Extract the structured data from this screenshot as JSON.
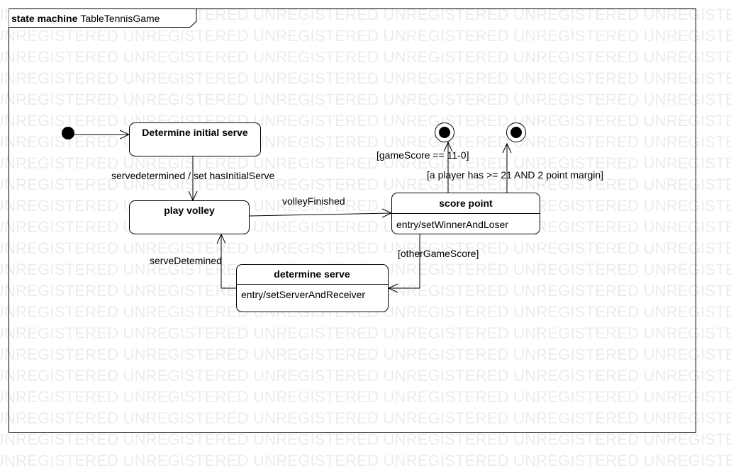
{
  "watermark_text": "UNREGISTERED",
  "frame": {
    "keyword": "state machine",
    "name": "TableTennisGame"
  },
  "states": {
    "determine_initial_serve": {
      "name": "Determine initial serve"
    },
    "play_volley": {
      "name": "play volley"
    },
    "score_point": {
      "name": "score point",
      "entry": "entry/setWinnerAndLoser"
    },
    "determine_serve": {
      "name": "determine serve",
      "entry": "entry/setServerAndReceiver"
    }
  },
  "transitions": {
    "initial_to_determine": "",
    "served_determined": "servedetermined / set hasInitialServe",
    "volley_finished": "volleyFinished",
    "game_score_final": "[gameScore == 11-0]",
    "player_margin": "[a player has >= 21 AND 2 point margin]",
    "other_game_score": "[otherGameScore]",
    "serve_determined": "serveDetemined"
  }
}
